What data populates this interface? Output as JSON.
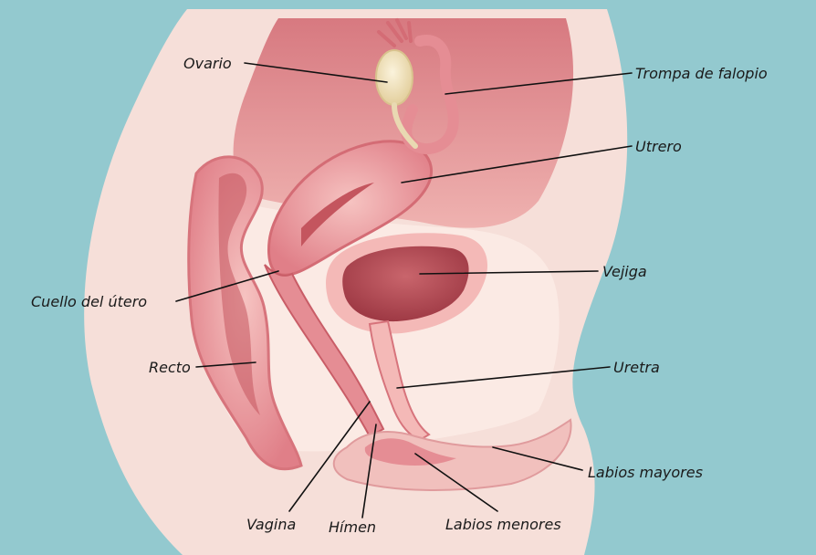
{
  "colors": {
    "background": "#93c9cf",
    "skin": "#f6dfd9",
    "cavity": "#fbe8e2",
    "organ": "#e9979c",
    "organ_light": "#f4b9b7",
    "organ_dark": "#c4555e",
    "ovary": "#efe2bf",
    "line": "#111111",
    "text": "#1a1a1a"
  },
  "labels": {
    "ovario": "Ovario",
    "trompa": "Trompa de falopio",
    "utrero": "Utrero",
    "vejiga": "Vejiga",
    "cuello": "Cuello del útero",
    "recto": "Recto",
    "uretra": "Uretra",
    "labios_mayores": "Labios mayores",
    "vagina": "Vagina",
    "himen": "Hímen",
    "labios_menores": "Labios menores"
  }
}
